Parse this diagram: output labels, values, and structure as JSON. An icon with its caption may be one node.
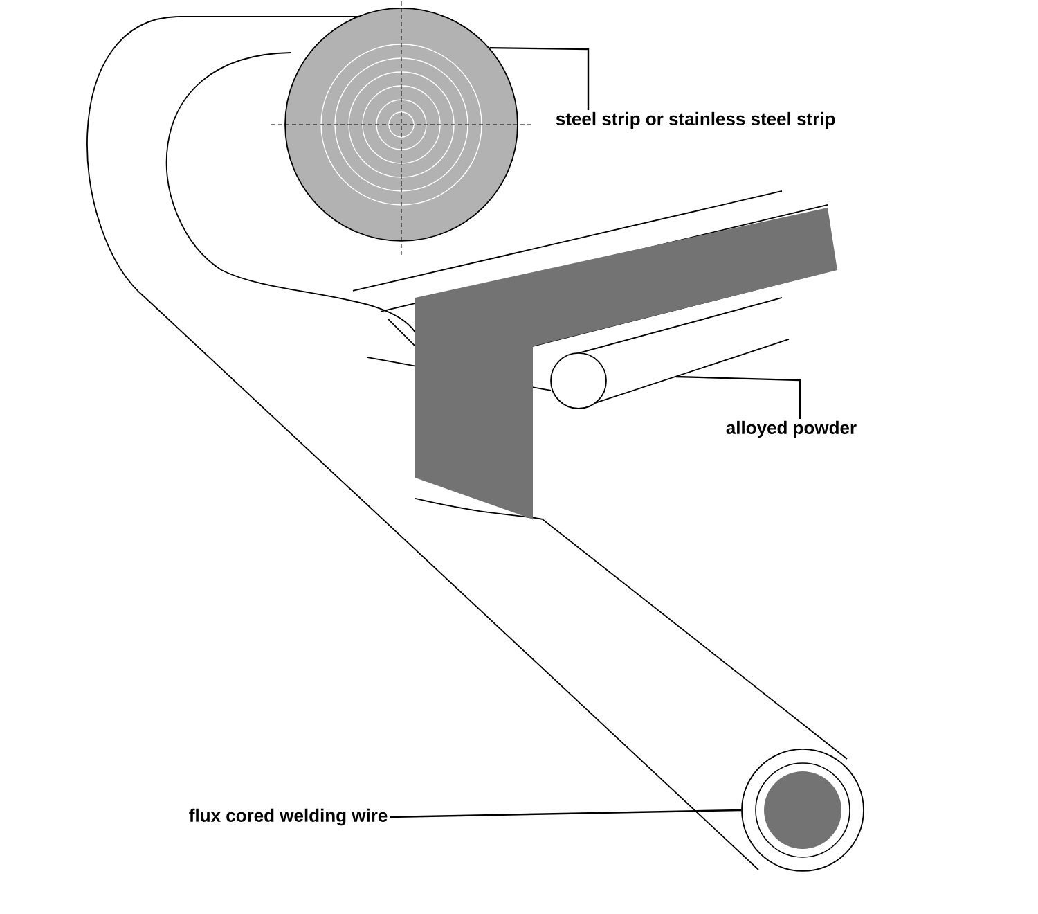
{
  "diagram": {
    "nodes": [
      {
        "text": [
          "steel strip or stainless steel strip"
        ]
      },
      {
        "text": [],
        "shape": "picture"
      },
      {
        "text": [
          "alloyed powder"
        ]
      },
      {
        "text": [],
        "shape": "circle"
      },
      {
        "text": [
          "flux cored welding wire"
        ]
      },
      {
        "text": [],
        "shape": "picture"
      }
    ],
    "edges": [
      {
        "from": 0,
        "to": 1,
        "arrow": "none"
      },
      {
        "from": 2,
        "to": 3,
        "arrow": "none"
      },
      {
        "from": 4,
        "to": 5,
        "arrow": "none"
      }
    ]
  }
}
